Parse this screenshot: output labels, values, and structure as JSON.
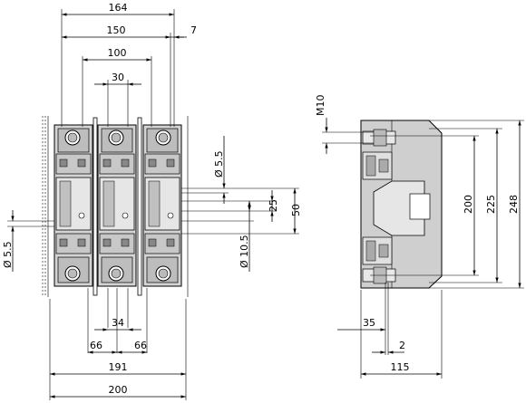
{
  "front_view": {
    "dims": {
      "w164": "164",
      "w150": "150",
      "w7": "7",
      "w100": "100",
      "w30": "30",
      "w34": "34",
      "w66_left": "66",
      "w66_right": "66",
      "w191": "191",
      "w200": "200",
      "d5_5_right": "Ø 5.5",
      "d5_5_left": "Ø 5.5",
      "d10_5": "Ø 10.5",
      "h25": "25",
      "h50": "50"
    }
  },
  "side_view": {
    "dims": {
      "m10": "M10",
      "h200": "200",
      "h225": "225",
      "h248": "248",
      "w35": "35",
      "w2": "2",
      "w115": "115"
    }
  },
  "colors": {
    "body_gray": "#cfcfcf",
    "dark_gray": "#9a9a9a",
    "line": "#000000"
  }
}
